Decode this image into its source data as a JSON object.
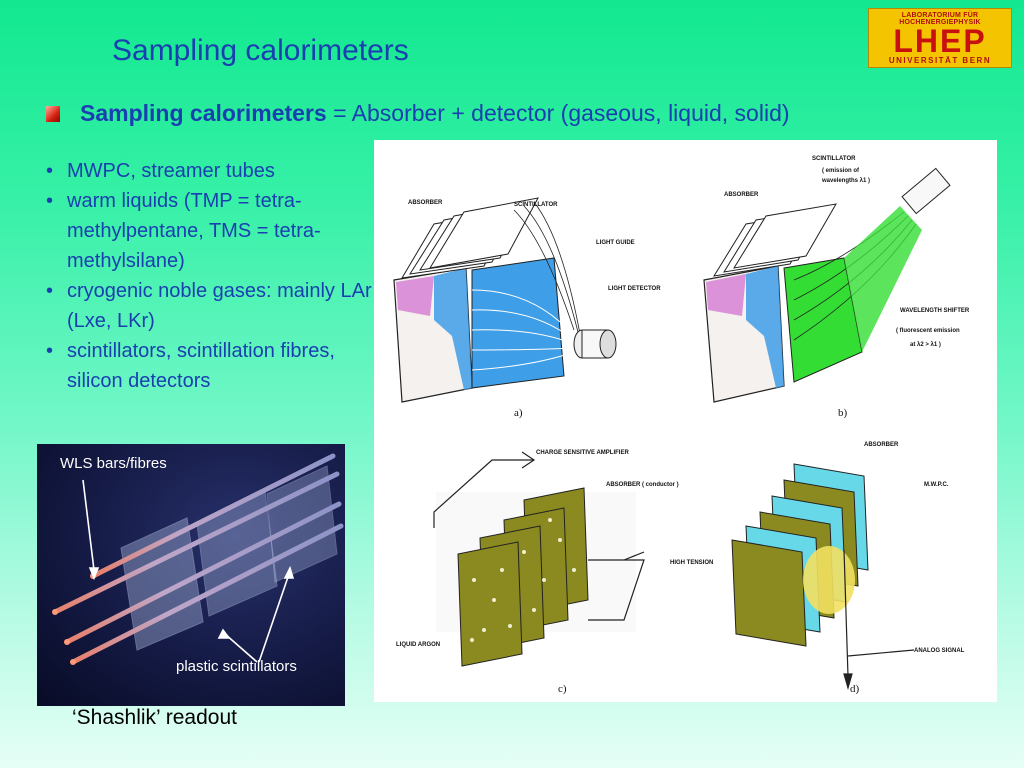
{
  "slide": {
    "title": "Sampling calorimeters",
    "headline_bold": "Sampling calorimeters",
    "headline_rest": " = Absorber + detector (gaseous, liquid, solid)",
    "bullets": [
      "MWPC, streamer tubes",
      "warm liquids (TMP = tetra-methylpentane, TMS = tetra-methylsilane)",
      "cryogenic noble gases: mainly LAr (Lxe, LKr)",
      "scintillators, scintillation fibres, silicon detectors"
    ],
    "photo_label_top": "WLS bars/fibres",
    "photo_label_bottom": "plastic scintillators",
    "caption": "‘Shashlik’ readout"
  },
  "logo": {
    "line1": "LABORATORIUM FÜR HOCHENERGIEPHYSIK",
    "line2": "LHEP",
    "line3": "UNIVERSITÄT BERN"
  },
  "figure": {
    "a": {
      "absorber": "ABSORBER",
      "scintillator": "SCINTILLATOR",
      "light_guide": "LIGHT GUIDE",
      "light_detector": "LIGHT DETECTOR",
      "sublabel": "a)"
    },
    "b": {
      "scintillator": "SCINTILLATOR",
      "emission1": "( emission of",
      "emission2": "wavelengths λ1 )",
      "absorber": "ABSORBER",
      "wls": "WAVELENGTH SHIFTER",
      "fluor": "( fluorescent emission",
      "lambda": "at λ2 > λ1 )",
      "sublabel": "b)"
    },
    "c": {
      "amp": "CHARGE SENSITIVE AMPLIFIER",
      "absorber": "ABSORBER ( conductor )",
      "ht": "HIGH TENSION",
      "lar": "LIQUID ARGON",
      "sublabel": "c)"
    },
    "d": {
      "absorber": "ABSORBER",
      "mwpc": "M.W.P.C.",
      "analog": "ANALOG SIGNAL",
      "sublabel": "d)"
    }
  }
}
